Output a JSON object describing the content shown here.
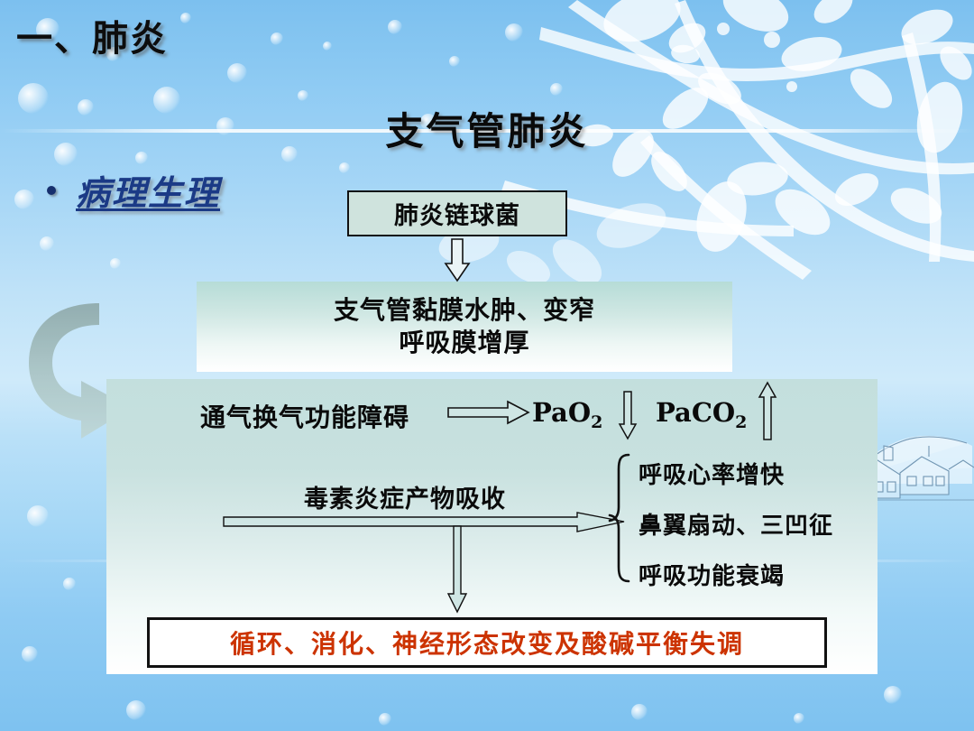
{
  "slide": {
    "section_heading": "一、肺炎",
    "title": "支气管肺炎",
    "bullet": "病理生理"
  },
  "flow": {
    "pathogen_box": "肺炎链球菌",
    "mucosa_box_line1": "支气管黏膜水肿、变窄",
    "mucosa_box_line2": "呼吸膜增厚",
    "gas_exchange_label": "通气换气功能障碍",
    "pao2_label": "PaO",
    "pao2_sub": "2",
    "paco2_label": "PaCO",
    "paco2_sub": "2",
    "toxin_label": "毒素炎症产物吸收",
    "symptoms": [
      "呼吸心率增快",
      "鼻翼扇动、三凹征",
      "呼吸功能衰竭"
    ],
    "outcome_box": "循环、消化、神经形态改变及酸碱平衡失调"
  },
  "colors": {
    "background_blue": "#8fcbf3",
    "panel_teal": "#c3dfdd",
    "box_fill_teal": "#cfe3dd",
    "outcome_red": "#cc3300",
    "heading_black": "#0d0d0d",
    "bullet_navy": "#1b3a86",
    "decor_arrow_gray": "#8fa9a8"
  },
  "icons": {
    "down_arrow_pathogen": "hollow-down-arrow-icon",
    "right_arrow_gas": "hollow-right-arrow-icon",
    "down_arrow_pao2": "hollow-down-arrow-icon",
    "up_arrow_paco2": "hollow-up-arrow-icon",
    "toxin_right_arrow": "hollow-right-arrow-icon",
    "toxin_down_arrow": "hollow-down-arrow-icon",
    "symptom_brace": "curly-brace-icon",
    "decor_curved_arrow": "curved-arrow-icon"
  }
}
